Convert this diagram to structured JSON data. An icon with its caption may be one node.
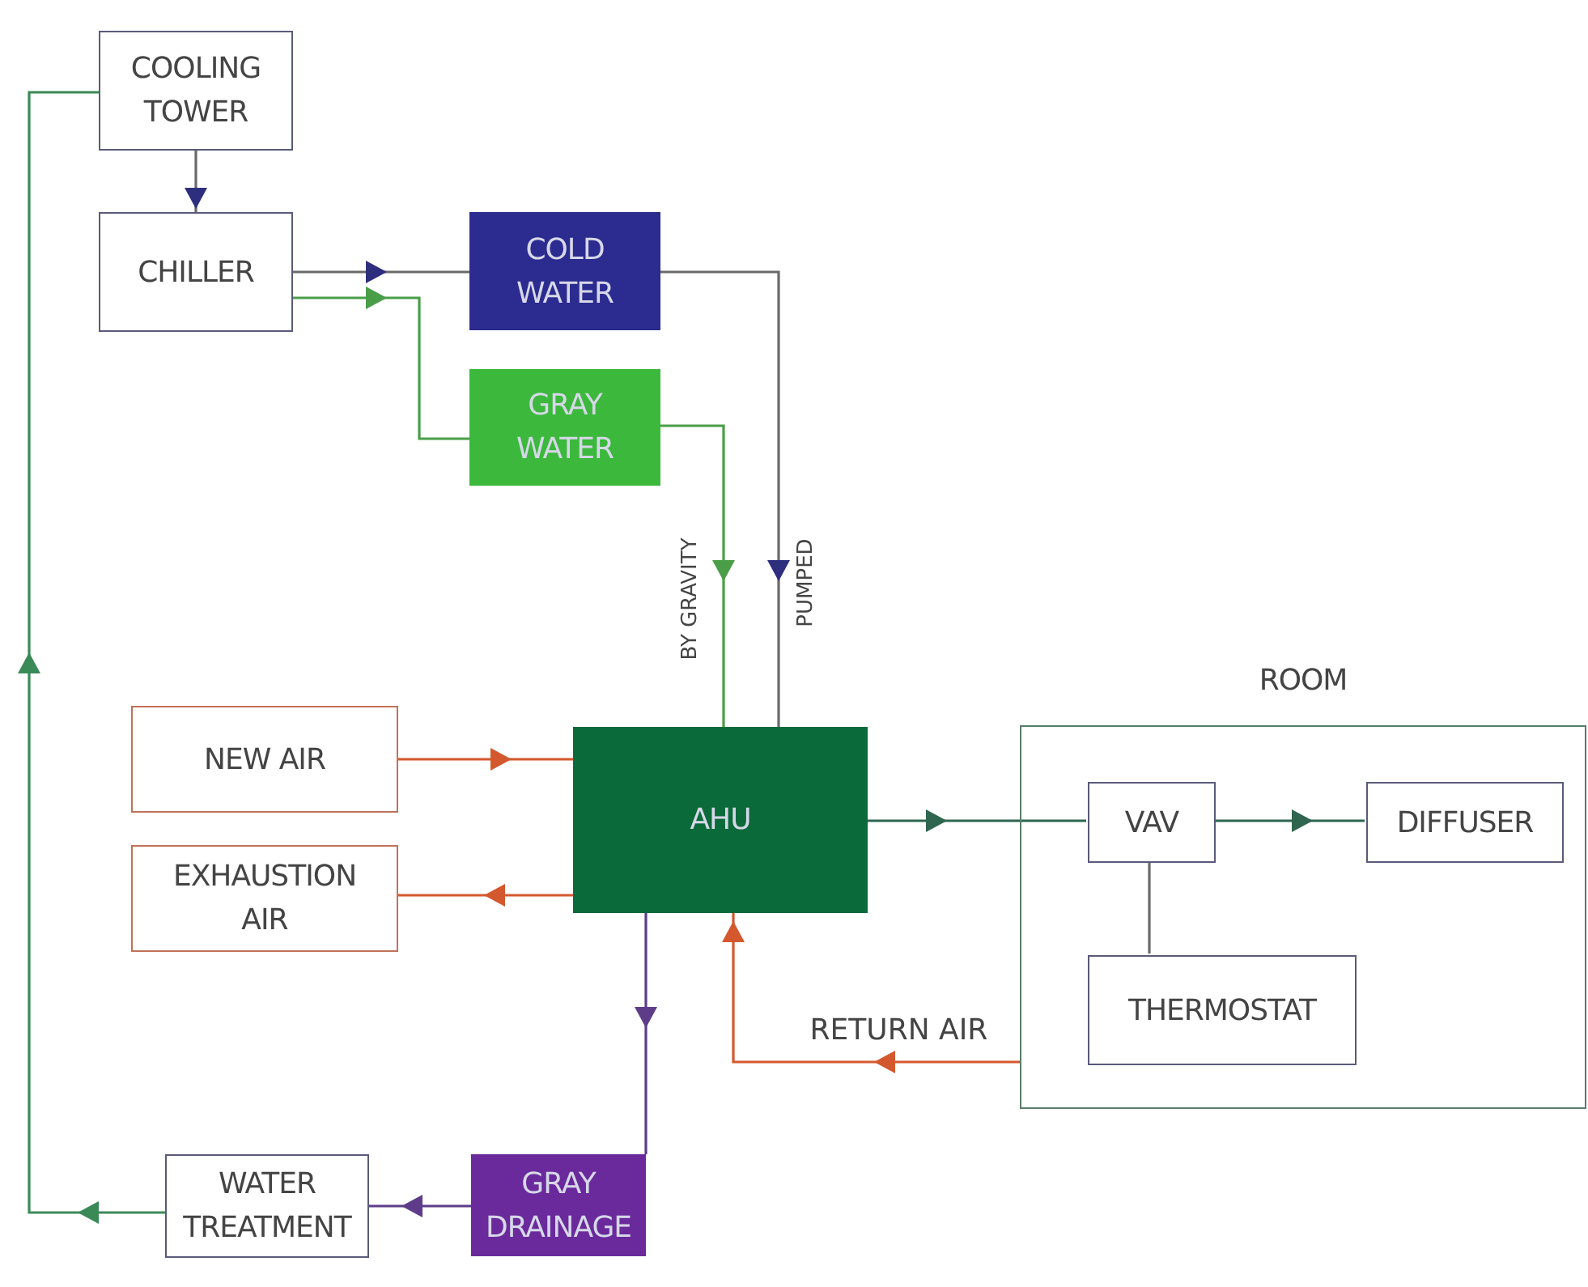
{
  "diagram": {
    "nodes": [
      {
        "text": [
          "COOLING TOWER"
        ]
      },
      {
        "text": [
          "CHILLER"
        ]
      },
      {
        "text": [
          "COLD WATER"
        ]
      },
      {
        "text": [
          "GRAY WATER"
        ]
      },
      {
        "text": [
          "NEW AIR"
        ]
      },
      {
        "text": [
          "EXHAUSTION AIR"
        ]
      },
      {
        "text": [
          "AHU"
        ]
      },
      {
        "text": [
          "ROOM"
        ]
      },
      {
        "text": [
          "VAV"
        ],
        "in": 7
      },
      {
        "text": [
          "DIFFUSER"
        ],
        "in": 7
      },
      {
        "text": [
          "THERMOSTAT"
        ],
        "in": 7
      },
      {
        "text": [
          "WATER TREATMENT"
        ]
      },
      {
        "text": [
          "GRAY DRAINAGE"
        ]
      }
    ],
    "edges": [
      {
        "from": 0,
        "to": 1,
        "arrow": "to"
      },
      {
        "from": 1,
        "to": 2,
        "arrow": "to"
      },
      {
        "from": 1,
        "to": 3,
        "arrow": "to",
        "color": "#4a9e48"
      },
      {
        "from": 2,
        "to": 6,
        "arrow": "to",
        "label": "PUMPED"
      },
      {
        "from": 3,
        "to": 6,
        "arrow": "to",
        "label": "BY GRAVITY",
        "color": "#4a9e48"
      },
      {
        "from": 4,
        "to": 6,
        "arrow": "to",
        "color": "#d4582e"
      },
      {
        "from": 6,
        "to": 5,
        "arrow": "to",
        "color": "#d4582e"
      },
      {
        "from": 6,
        "to": 8,
        "arrow": "to",
        "color": "#2f6650"
      },
      {
        "from": 8,
        "to": 9,
        "arrow": "to",
        "color": "#2f6650"
      },
      {
        "from": 8,
        "to": 10,
        "arrow": "none"
      },
      {
        "from": 7,
        "to": 6,
        "arrow": "to",
        "label": "RETURN AIR",
        "color": "#d4582e"
      },
      {
        "from": 6,
        "to": 12,
        "arrow": "to",
        "color": "#5e3c8a"
      },
      {
        "from": 12,
        "to": 11,
        "arrow": "to",
        "color": "#5e3c8a"
      },
      {
        "from": 11,
        "to": 0,
        "arrow": "to",
        "color": "#3a8a58"
      }
    ]
  }
}
